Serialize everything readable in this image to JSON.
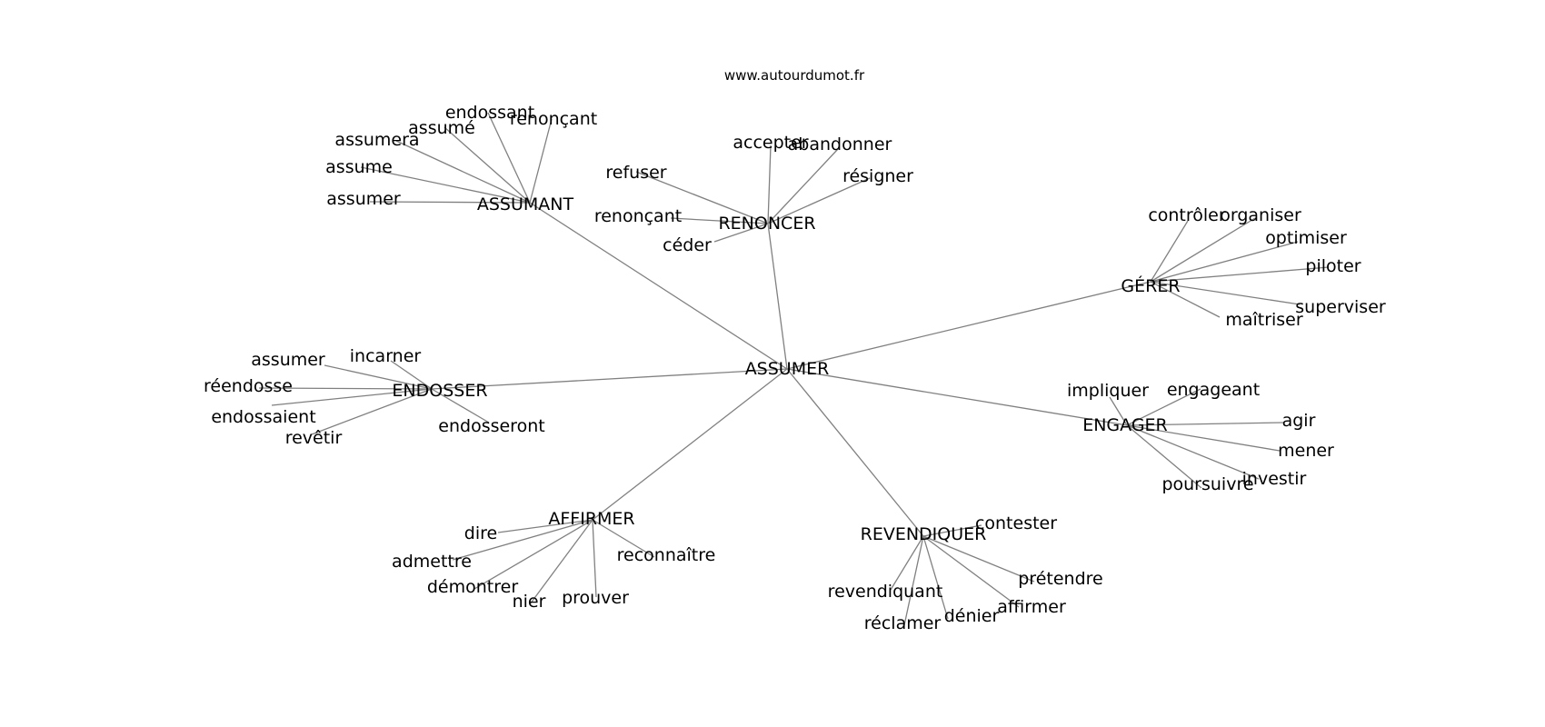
{
  "source": "www.autourdumot.fr",
  "root": "ASSUMER",
  "hubs": [
    {
      "label": "ASSUMANT",
      "words": [
        "endossant",
        "renonçant",
        "assumé",
        "assumera",
        "assume",
        "assumer"
      ]
    },
    {
      "label": "RENONCER",
      "words": [
        "accepter",
        "abandonner",
        "résigner",
        "refuser",
        "renonçant",
        "céder"
      ]
    },
    {
      "label": "GÉRER",
      "words": [
        "contrôler",
        "organiser",
        "optimiser",
        "piloter",
        "superviser",
        "maîtriser"
      ]
    },
    {
      "label": "ENDOSSER",
      "words": [
        "incarner",
        "assumer",
        "réendosse",
        "endossaient",
        "revêtir",
        "endosseront"
      ]
    },
    {
      "label": "ENGAGER",
      "words": [
        "impliquer",
        "engageant",
        "agir",
        "mener",
        "investir",
        "poursuivre"
      ]
    },
    {
      "label": "AFFIRMER",
      "words": [
        "dire",
        "admettre",
        "démontrer",
        "nier",
        "prouver",
        "reconnaître"
      ]
    },
    {
      "label": "REVENDIQUER",
      "words": [
        "contester",
        "prétendre",
        "affirmer",
        "dénier",
        "réclamer",
        "revendiquant"
      ]
    }
  ]
}
